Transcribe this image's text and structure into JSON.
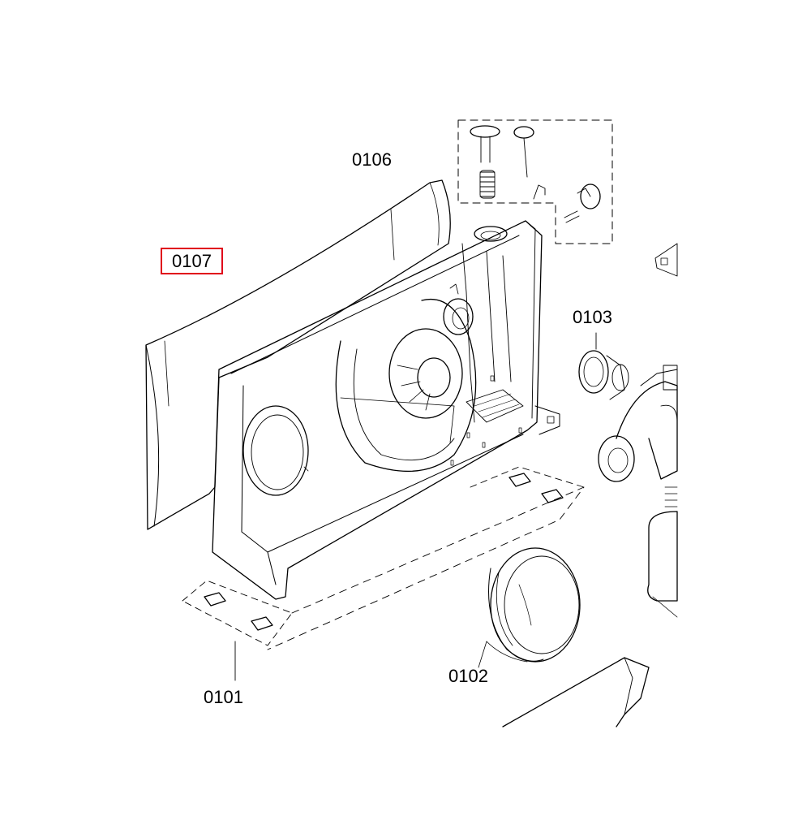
{
  "diagram": {
    "labels": {
      "part_0101": "0101",
      "part_0102": "0102",
      "part_0103": "0103",
      "part_0106": "0106",
      "part_0107": "0107"
    },
    "highlighted_part": "0107",
    "highlight_color": "#e0001a",
    "line_color": "#000000"
  }
}
